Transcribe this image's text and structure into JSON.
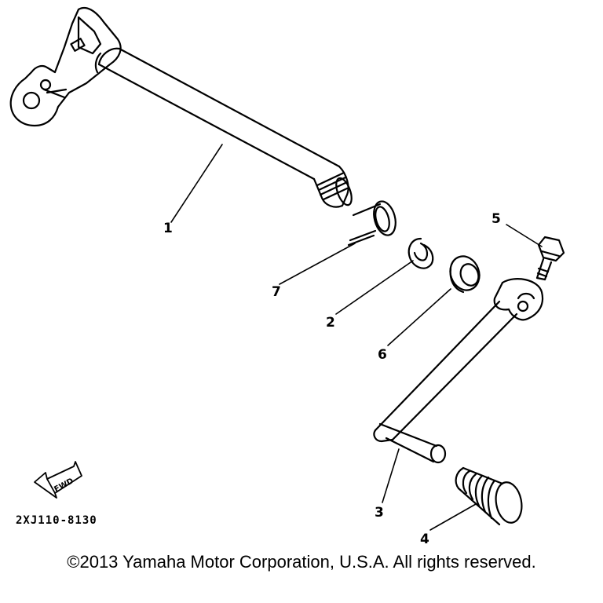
{
  "diagram": {
    "callouts": {
      "part_1": "1",
      "part_2": "2",
      "part_3": "3",
      "part_4": "4",
      "part_5": "5",
      "part_6": "6",
      "part_7": "7"
    },
    "part_code": "2XJ110-8130",
    "fwd_label": "FWD"
  },
  "footer": {
    "copyright": "©2013 Yamaha Motor Corporation, U.S.A. All rights reserved."
  }
}
